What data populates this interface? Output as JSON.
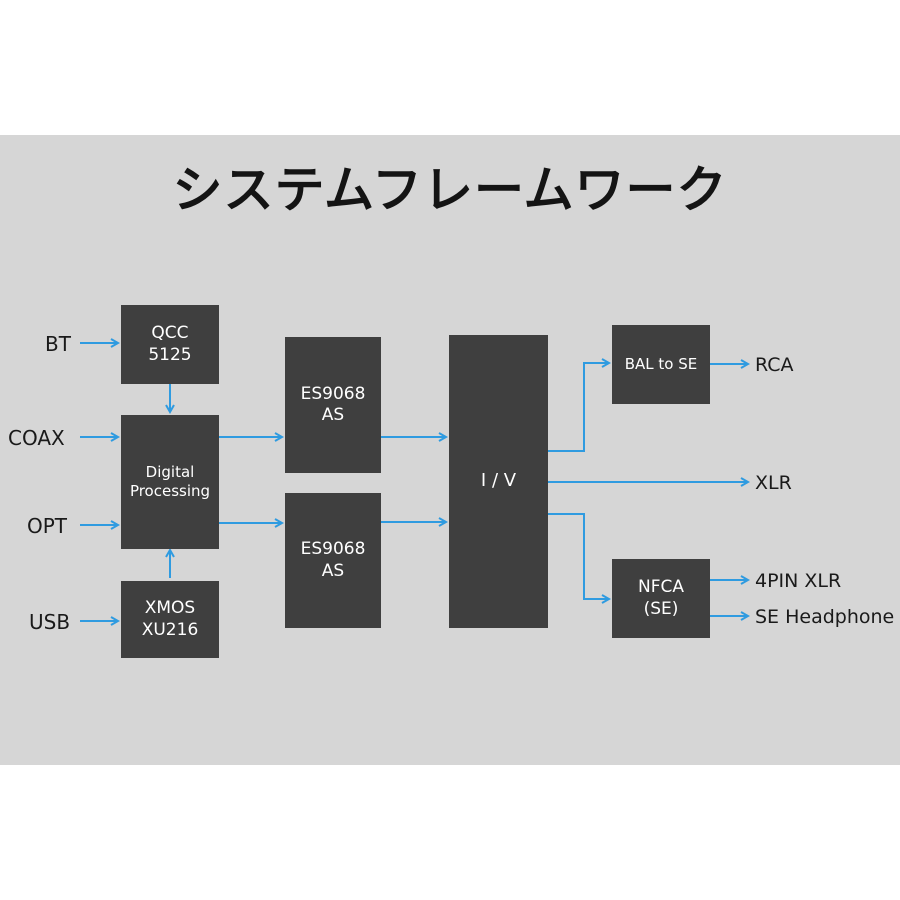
{
  "title": "システムフレームワーク",
  "colors": {
    "wire": "#2f9be0",
    "block": "#3f3f3f",
    "panel": "#d6d6d6"
  },
  "inputs": {
    "bt": "BT",
    "coax": "COAX",
    "opt": "OPT",
    "usb": "USB"
  },
  "blocks": {
    "qcc": "QCC\n5125",
    "digital": "Digital\nProcessing",
    "xmos": "XMOS\nXU216",
    "es9068_top": "ES9068\nAS",
    "es9068_bottom": "ES9068\nAS",
    "iv": "I / V",
    "bal_to_se": "BAL to SE",
    "nfca": "NFCA\n(SE)"
  },
  "outputs": {
    "rca": "RCA",
    "xlr": "XLR",
    "pin4_xlr": "4PIN XLR",
    "se_headphone": "SE Headphone"
  }
}
